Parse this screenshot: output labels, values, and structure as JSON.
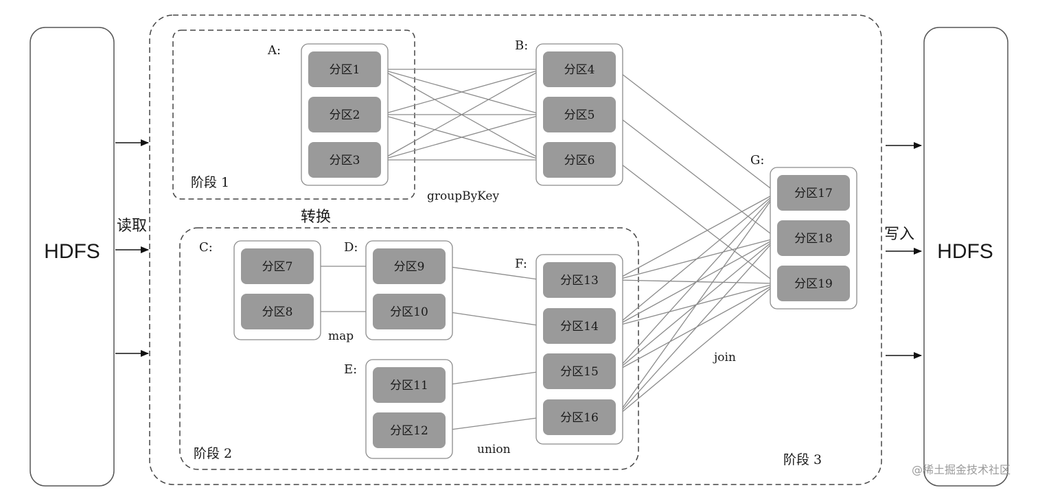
{
  "title": "",
  "storage": {
    "left_label": "HDFS",
    "right_label": "HDFS",
    "read_label": "读取",
    "write_label": "写入"
  },
  "transform_label": "转换",
  "stages": {
    "stage1": "阶段 1",
    "stage2": "阶段 2",
    "stage3": "阶段 3"
  },
  "rdds": {
    "A": {
      "label": "A:",
      "partitions": [
        "分区1",
        "分区2",
        "分区3"
      ]
    },
    "B": {
      "label": "B:",
      "partitions": [
        "分区4",
        "分区5",
        "分区6"
      ]
    },
    "C": {
      "label": "C:",
      "partitions": [
        "分区7",
        "分区8"
      ]
    },
    "D": {
      "label": "D:",
      "partitions": [
        "分区9",
        "分区10"
      ]
    },
    "E": {
      "label": "E:",
      "partitions": [
        "分区11",
        "分区12"
      ]
    },
    "F": {
      "label": "F:",
      "partitions": [
        "分区13",
        "分区14",
        "分区15",
        "分区16"
      ]
    },
    "G": {
      "label": "G:",
      "partitions": [
        "分区17",
        "分区18",
        "分区19"
      ]
    }
  },
  "operations": {
    "groupByKey": "groupByKey",
    "map": "map",
    "union": "union",
    "join": "join"
  },
  "edges": [
    [
      "A0",
      "B0"
    ],
    [
      "A0",
      "B1"
    ],
    [
      "A0",
      "B2"
    ],
    [
      "A1",
      "B0"
    ],
    [
      "A1",
      "B1"
    ],
    [
      "A1",
      "B2"
    ],
    [
      "A2",
      "B0"
    ],
    [
      "A2",
      "B1"
    ],
    [
      "A2",
      "B2"
    ],
    [
      "C0",
      "D0"
    ],
    [
      "C1",
      "D1"
    ],
    [
      "D0",
      "F0"
    ],
    [
      "D1",
      "F1"
    ],
    [
      "E0",
      "F2"
    ],
    [
      "E1",
      "F3"
    ],
    [
      "B0",
      "G0"
    ],
    [
      "B1",
      "G1"
    ],
    [
      "B2",
      "G2"
    ],
    [
      "F0",
      "G0"
    ],
    [
      "F0",
      "G1"
    ],
    [
      "F0",
      "G2"
    ],
    [
      "F1",
      "G0"
    ],
    [
      "F1",
      "G1"
    ],
    [
      "F1",
      "G2"
    ],
    [
      "F2",
      "G0"
    ],
    [
      "F2",
      "G1"
    ],
    [
      "F2",
      "G2"
    ],
    [
      "F3",
      "G0"
    ],
    [
      "F3",
      "G1"
    ],
    [
      "F3",
      "G2"
    ]
  ],
  "colors": {
    "partition_fill": "#9a9a9a",
    "edge": "#8a8a8a",
    "border": "#555555"
  },
  "watermark": "@稀土掘金技术社区"
}
